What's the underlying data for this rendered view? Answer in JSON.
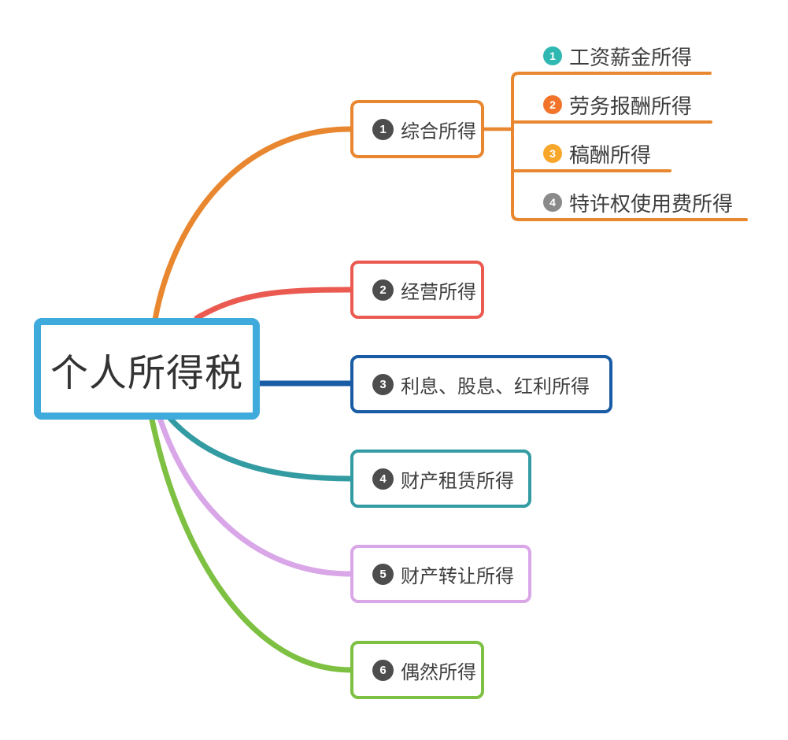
{
  "canvas": {
    "background": "#FFFFFF"
  },
  "root": {
    "label": "个人所得税",
    "border_color": "#3FAADC",
    "text_color": "#333333"
  },
  "text_color": "#3E3E3E",
  "branches": [
    {
      "num": "1",
      "label": "综合所得",
      "color": "#E8872F",
      "badge_color": "#4D4D4D",
      "children": [
        {
          "num": "1",
          "label": "工资薪金所得",
          "badge_color": "#2FB8B1"
        },
        {
          "num": "2",
          "label": "劳务报酬所得",
          "badge_color": "#F2742B"
        },
        {
          "num": "3",
          "label": "稿酬所得",
          "badge_color": "#F8A72A"
        },
        {
          "num": "4",
          "label": "特许权使用费所得",
          "badge_color": "#8A8A8A"
        }
      ]
    },
    {
      "num": "2",
      "label": "经营所得",
      "color": "#EA5A50",
      "badge_color": "#4D4D4D"
    },
    {
      "num": "3",
      "label": "利息、股息、红利所得",
      "color": "#1A5BA5",
      "badge_color": "#4D4D4D"
    },
    {
      "num": "4",
      "label": "财产租赁所得",
      "color": "#339BA2",
      "badge_color": "#4D4D4D"
    },
    {
      "num": "5",
      "label": "财产转让所得",
      "color": "#D9A6E8",
      "badge_color": "#4D4D4D"
    },
    {
      "num": "6",
      "label": "偶然所得",
      "color": "#7EC142",
      "badge_color": "#4D4D4D"
    }
  ]
}
